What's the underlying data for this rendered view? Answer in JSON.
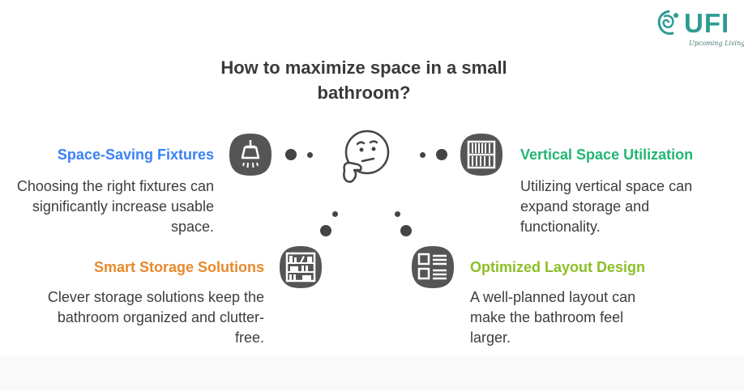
{
  "brand": {
    "name": "UFI",
    "tagline": "Upcoming Living"
  },
  "title": "How to maximize space in a small bathroom?",
  "branches": [
    {
      "heading": "Space-Saving Fixtures",
      "description": "Choosing the right fixtures can significantly increase usable space.",
      "color": "#3b82f6",
      "icon": "shower-head-icon"
    },
    {
      "heading": "Vertical Space Utilization",
      "description": "Utilizing vertical space can expand storage and functionality.",
      "color": "#22b573",
      "icon": "vertical-shelves-icon"
    },
    {
      "heading": "Smart Storage Solutions",
      "description": "Clever storage solutions keep the bathroom organized and clutter-free.",
      "color": "#e8892b",
      "icon": "bookshelf-icon"
    },
    {
      "heading": "Optimized Layout Design",
      "description": "A well-planned layout can make the bathroom feel larger.",
      "color": "#8cbf26",
      "icon": "layout-icon"
    }
  ],
  "center_icon": "thinking-face-icon"
}
